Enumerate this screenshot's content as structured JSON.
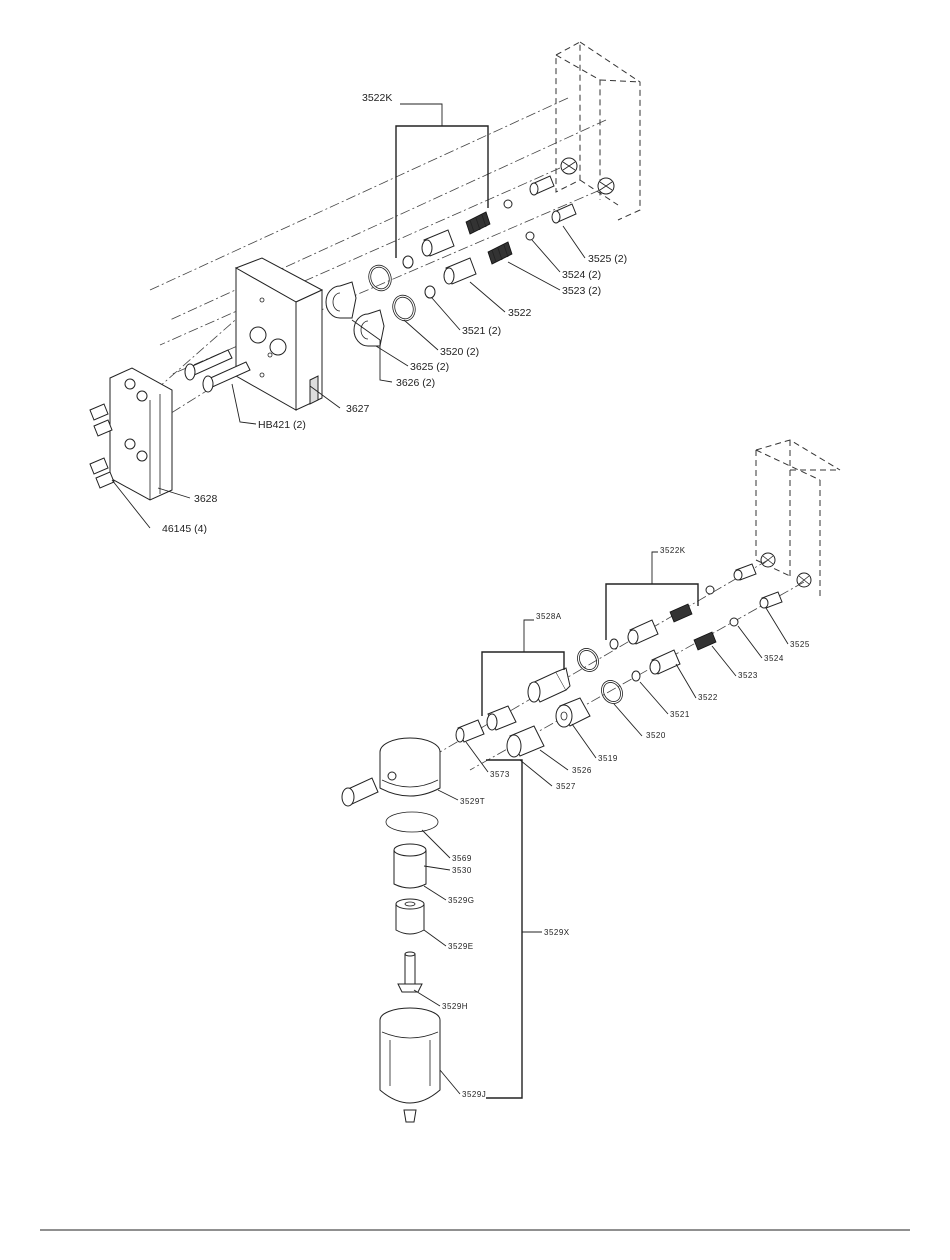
{
  "upper_assembly": {
    "labels": {
      "kit": "3522K",
      "p3525": "3525 (2)",
      "p3524": "3524 (2)",
      "p3523": "3523 (2)",
      "p3522": "3522",
      "p3521": "3521 (2)",
      "p3520": "3520 (2)",
      "p3625": "3625 (2)",
      "p3626": "3626 (2)",
      "p3627": "3627",
      "hb421": "HB421 (2)",
      "p3628": "3628",
      "p46145": "46145 (4)"
    }
  },
  "lower_assembly": {
    "labels": {
      "kit": "3522K",
      "p3528a": "3528A",
      "p3525": "3525",
      "p3524": "3524",
      "p3523": "3523",
      "p3522": "3522",
      "p3521": "3521",
      "p3520": "3520",
      "p3519": "3519",
      "p3526": "3526",
      "p3527": "3527",
      "p3573": "3573",
      "p3529t": "3529T",
      "p3569": "3569",
      "p3530": "3530",
      "p3529g": "3529G",
      "p3529x": "3529X",
      "p3529e": "3529E",
      "p3529h": "3529H",
      "p3529j": "3529J"
    }
  }
}
